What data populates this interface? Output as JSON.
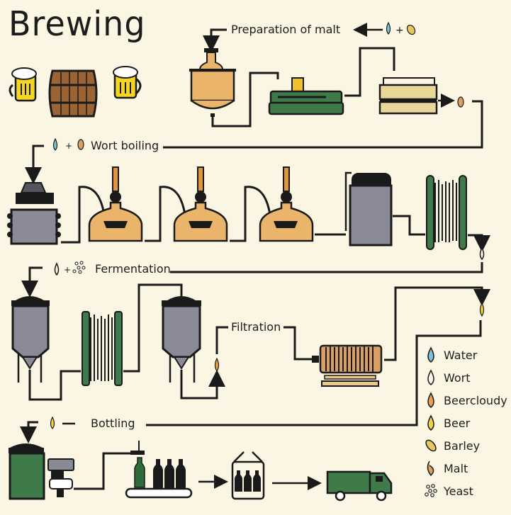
{
  "title": "Brewing",
  "steps": {
    "malt_preparation": "Preparation of malt",
    "wort_boiling": "Wort boiling",
    "fermentation": "Fermentation",
    "filtration": "Filtration",
    "bottling": "Bottling"
  },
  "symbols": {
    "plus": "+",
    "dash": "—"
  },
  "colors": {
    "background": "#fbf6e4",
    "water": "#7cc3d6",
    "wort": "#fbf6e4",
    "beer_cloudy": "#e3a340",
    "beer": "#f2d23a",
    "barley": "#e6c860",
    "malt": "#d9a066",
    "yeast": "#ffffff",
    "copper": "#eab56a",
    "steel": "#8a8a96",
    "green": "#3f7a4a"
  },
  "legend": [
    {
      "icon": "water-drop-icon",
      "label": "Water",
      "color": "#7cc3d6"
    },
    {
      "icon": "wort-drop-icon",
      "label": "Wort",
      "color": "#fbf6e4"
    },
    {
      "icon": "beer-cloudy-drop-icon",
      "label": "Beercloudy",
      "color": "#e3a340"
    },
    {
      "icon": "beer-drop-icon",
      "label": "Beer",
      "color": "#f2d23a"
    },
    {
      "icon": "barley-grain-icon",
      "label": "Barley",
      "color": "#e6c860"
    },
    {
      "icon": "malt-grain-icon",
      "label": "Malt",
      "color": "#d9a066"
    },
    {
      "icon": "yeast-icon",
      "label": "Yeast",
      "color": "#ffffff"
    }
  ]
}
